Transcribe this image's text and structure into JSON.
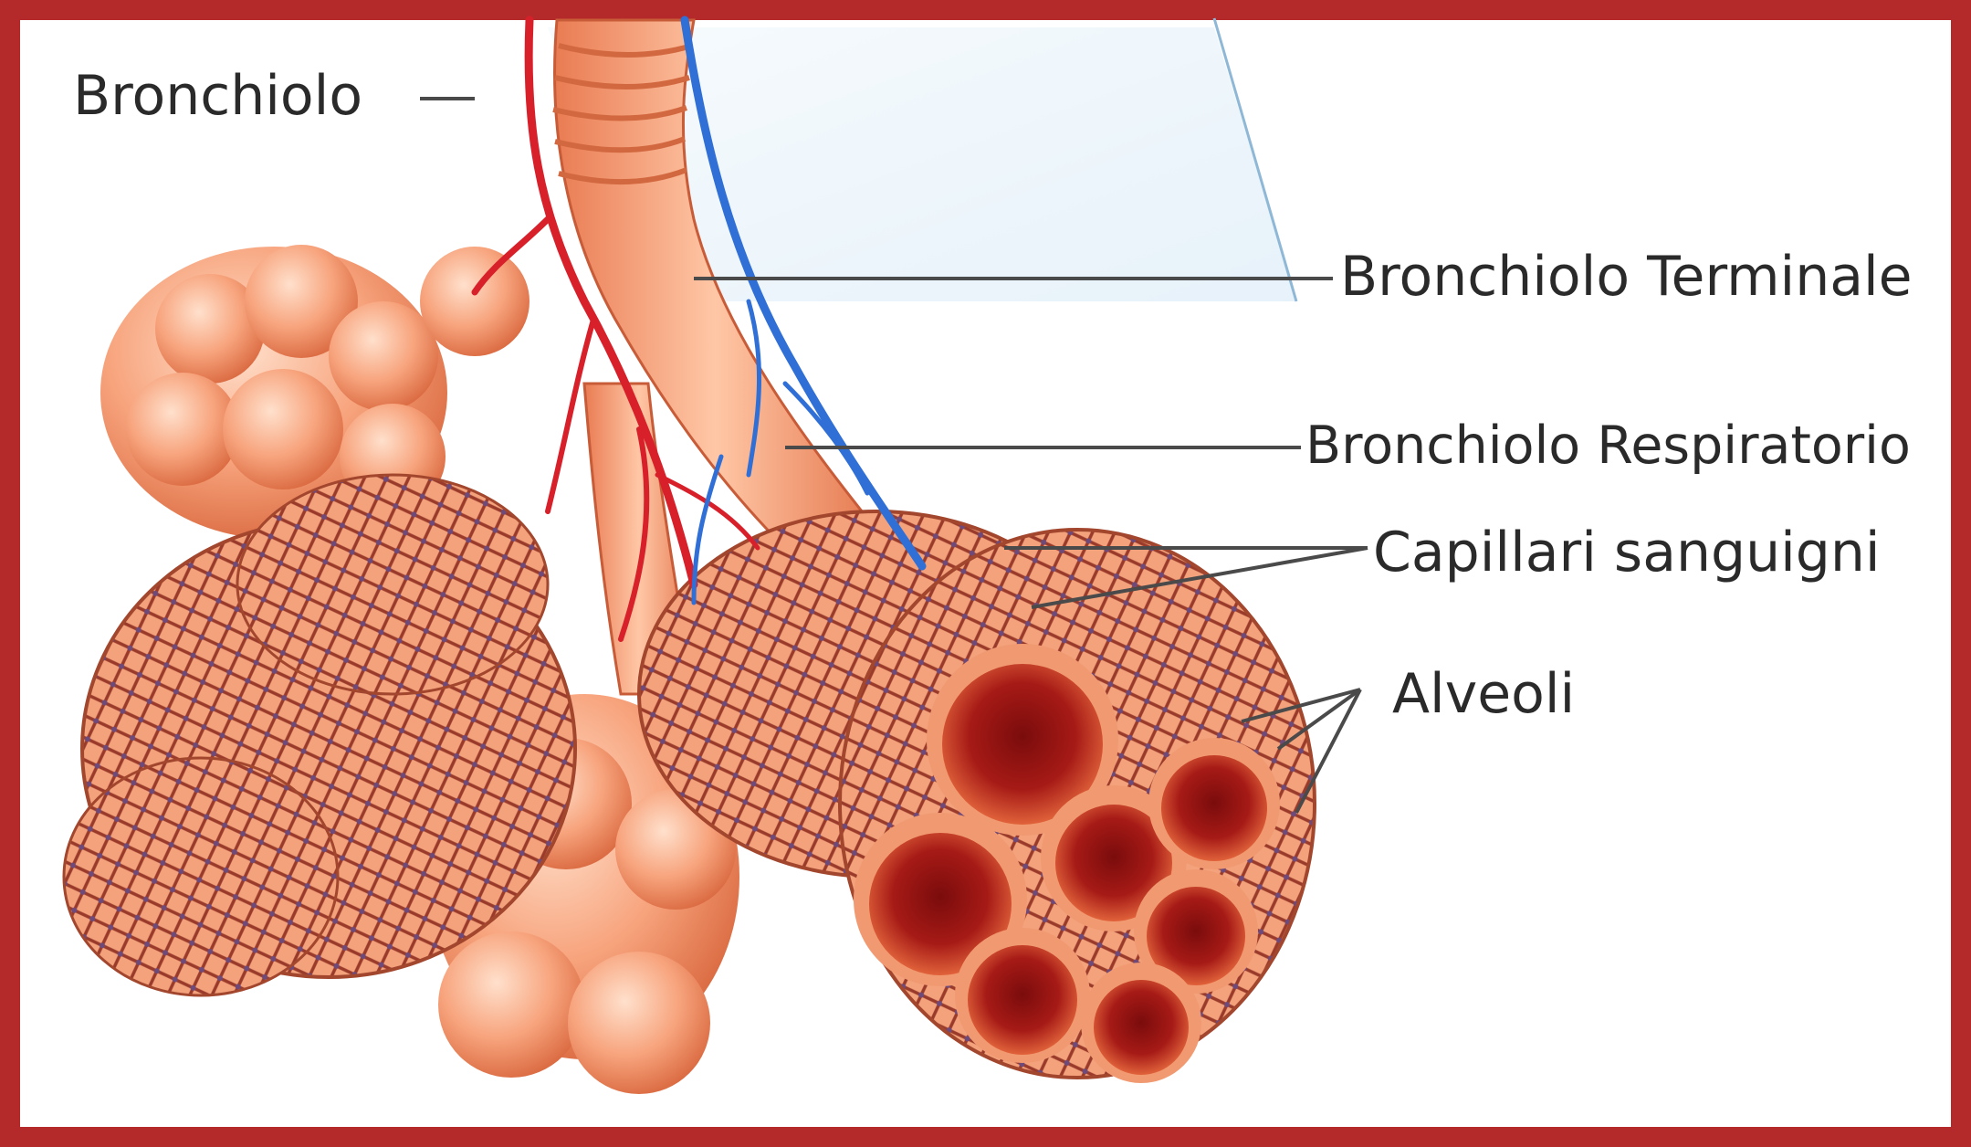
{
  "figure": {
    "labels": {
      "bronchiolo": "Bronchiolo",
      "bronchiolo_terminale": "Bronchiolo Terminale",
      "bronchiolo_respiratorio": "Bronchiolo Respiratorio",
      "capillari_sanguigni": "Capillari sanguigni",
      "alveoli": "Alveoli"
    },
    "colors": {
      "frame": "#b42a2a",
      "tissue": "#f4a07a",
      "tissue_dark": "#d8663f",
      "artery": "#d8202a",
      "vein": "#2f6fd6",
      "alveolus_inner": "#8c1212",
      "leader_line": "#4a4a4a"
    }
  }
}
